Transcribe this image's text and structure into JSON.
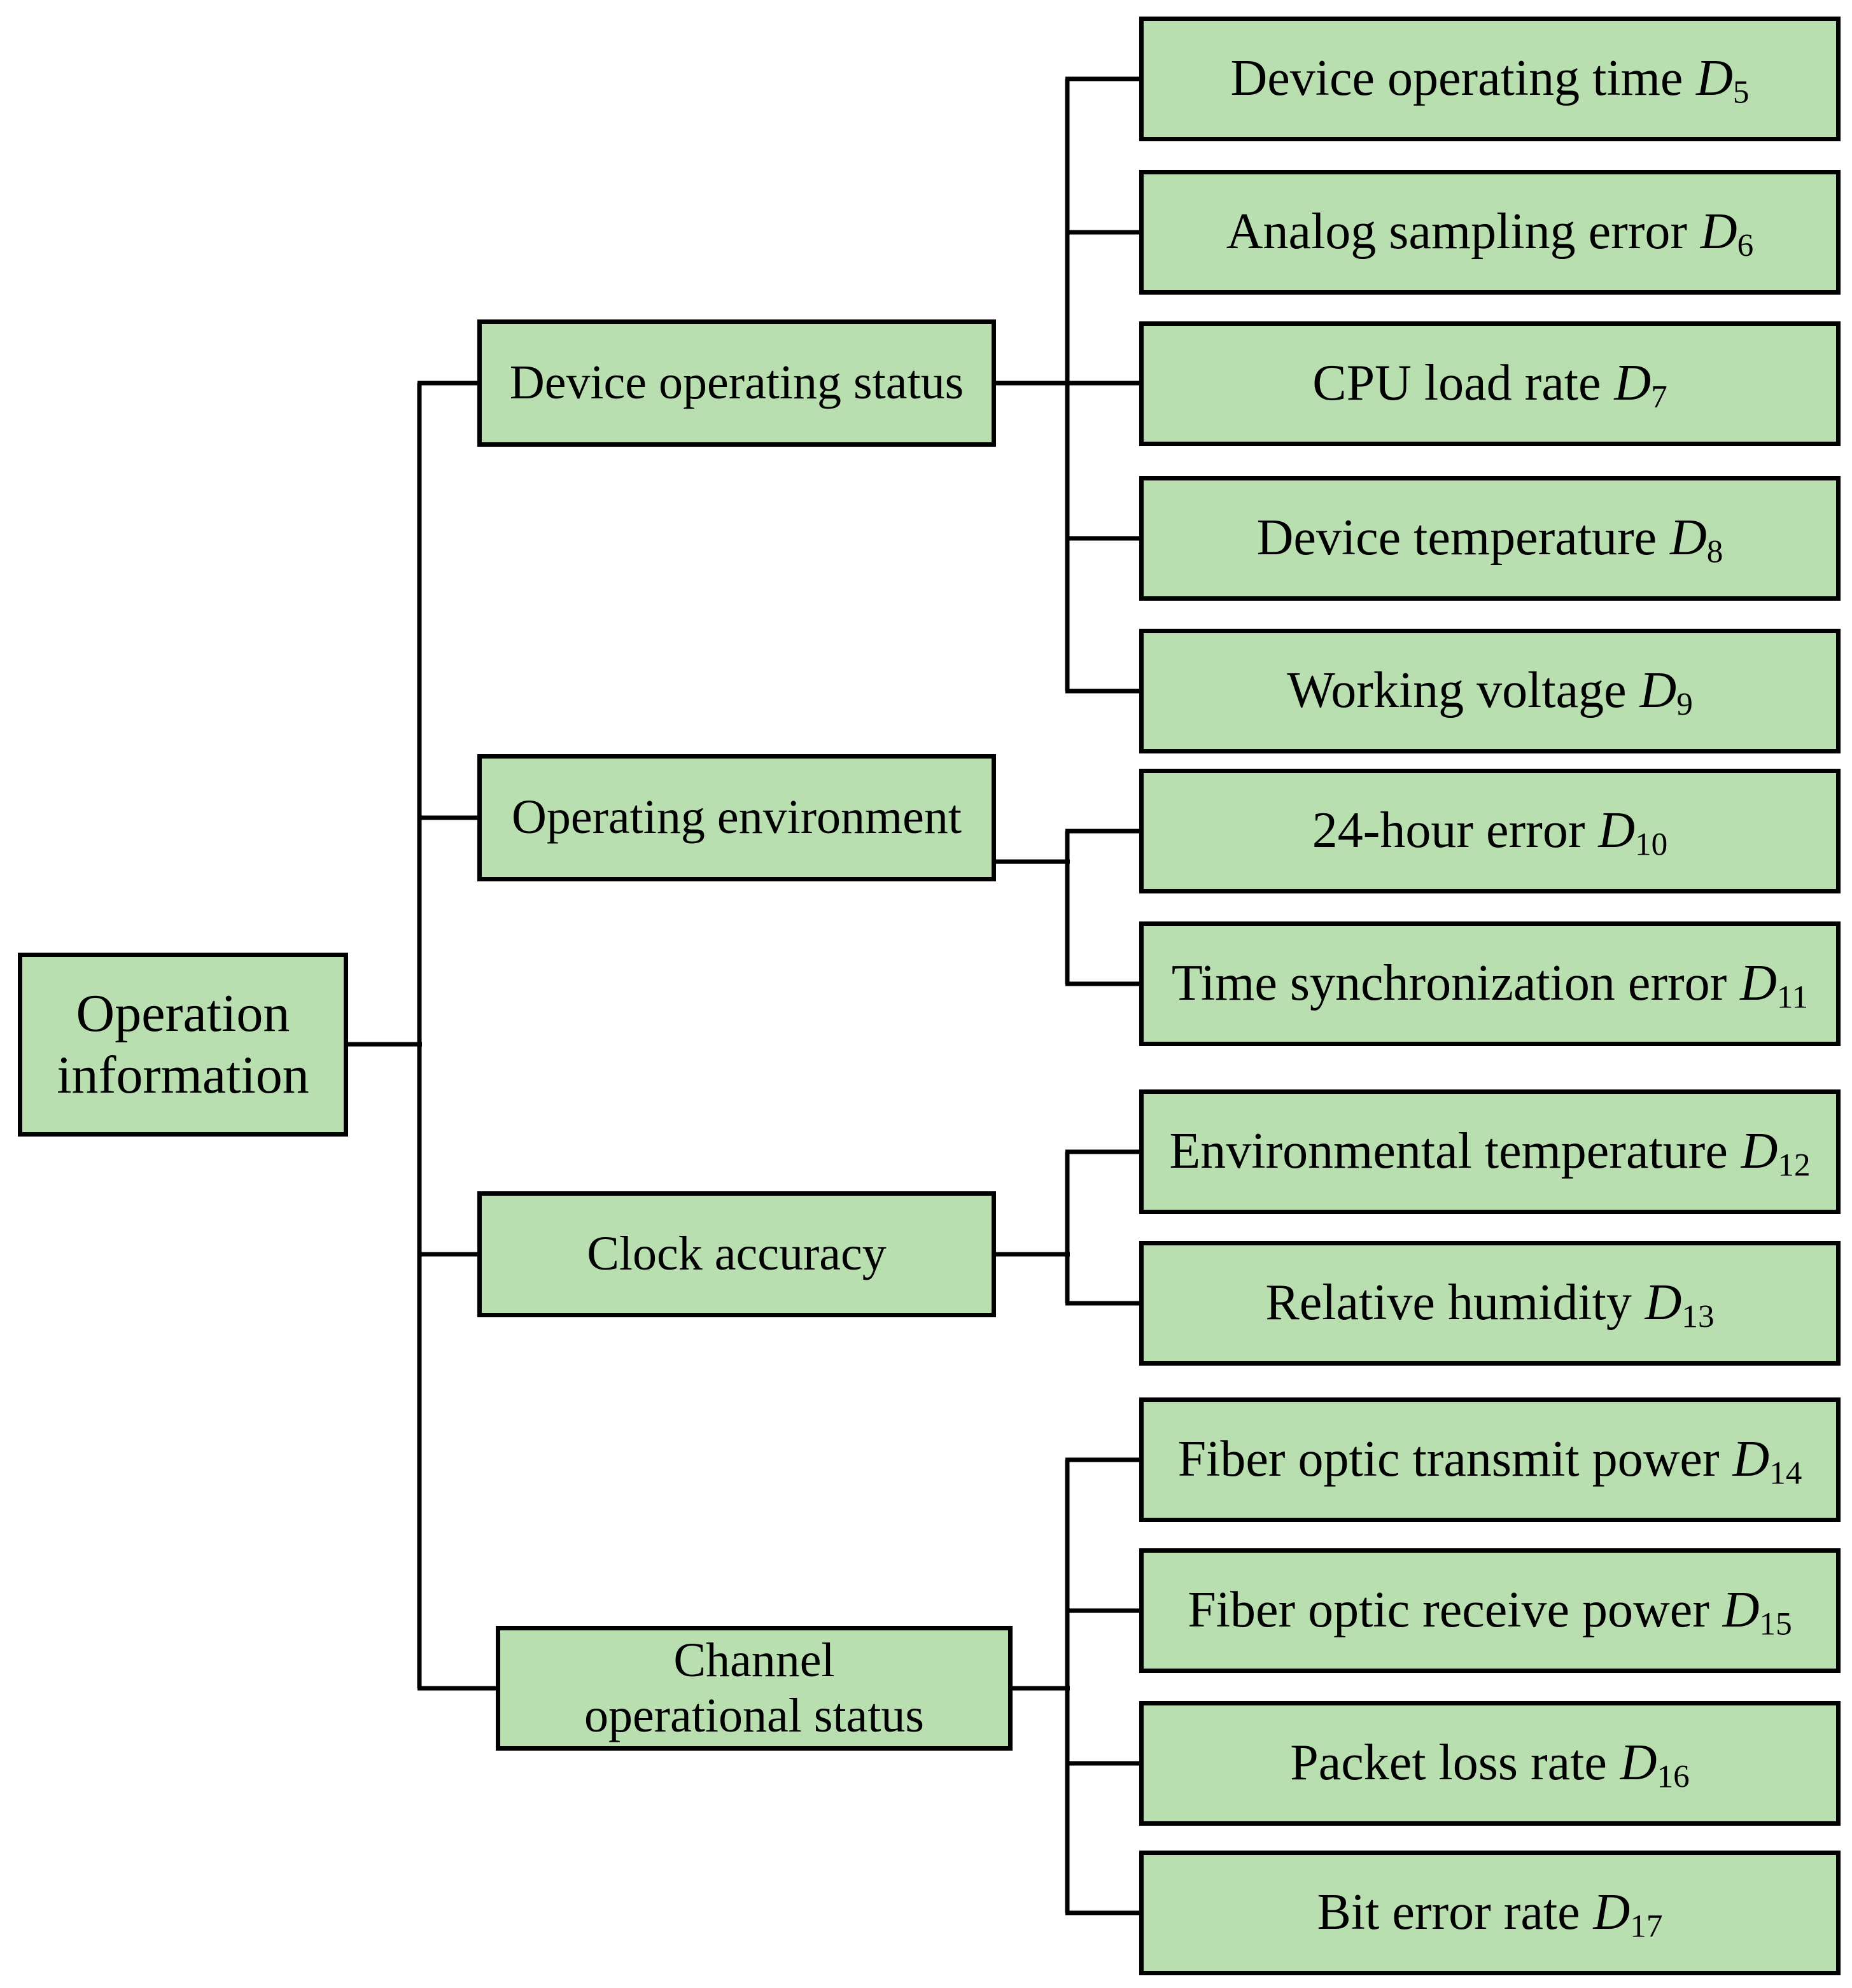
{
  "figure": {
    "type": "tree-diagram",
    "background_color": "#ffffff",
    "box_fill_color": "#b9dfb1",
    "box_border_color": "#000000",
    "connector_color": "#000000",
    "text_color": "#000000",
    "root": {
      "line1": "Operation",
      "line2": "information"
    },
    "branches": [
      {
        "label": "Device operating status",
        "children": [
          {
            "label": "Device operating time",
            "var": "D",
            "sub": "5"
          },
          {
            "label": "Analog sampling error",
            "var": "D",
            "sub": "6"
          },
          {
            "label": "CPU load rate",
            "var": "D",
            "sub": "7"
          },
          {
            "label": "Device temperature",
            "var": "D",
            "sub": "8"
          },
          {
            "label": "Working voltage",
            "var": "D",
            "sub": "9"
          }
        ]
      },
      {
        "label": "Operating environment",
        "children": [
          {
            "label": "24-hour error",
            "var": "D",
            "sub": "10"
          },
          {
            "label": "Time synchronization error",
            "var": "D",
            "sub": "11"
          }
        ]
      },
      {
        "label": "Clock accuracy",
        "children": [
          {
            "label": "Environmental temperature",
            "var": "D",
            "sub": "12"
          },
          {
            "label": "Relative humidity",
            "var": "D",
            "sub": "13"
          }
        ]
      },
      {
        "label_line1": "Channel",
        "label_line2": "operational status",
        "children": [
          {
            "label": "Fiber optic transmit power",
            "var": "D",
            "sub": "14"
          },
          {
            "label": "Fiber optic receive power",
            "var": "D",
            "sub": "15"
          },
          {
            "label": "Packet loss rate",
            "var": "D",
            "sub": "16"
          },
          {
            "label": "Bit error rate",
            "var": "D",
            "sub": "17"
          }
        ]
      }
    ]
  }
}
